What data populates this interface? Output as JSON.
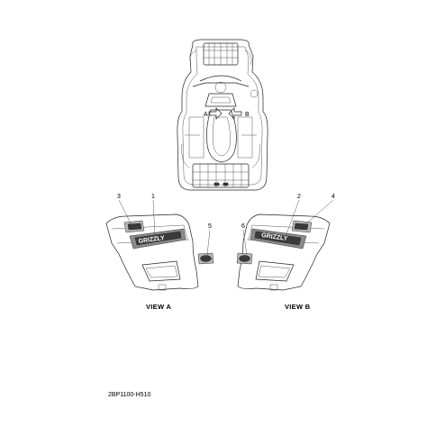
{
  "top_view": {
    "arrow_left": "A",
    "arrow_right": "B"
  },
  "callouts": {
    "c1": "1",
    "c2": "2",
    "c3": "3",
    "c4": "4",
    "c5": "5",
    "c6": "6"
  },
  "views": {
    "view_a": "VIEW A",
    "view_b": "VIEW B"
  },
  "decal_text": {
    "model_name": "GRIZZLY"
  },
  "drawing_code": "2BP1100-H510"
}
